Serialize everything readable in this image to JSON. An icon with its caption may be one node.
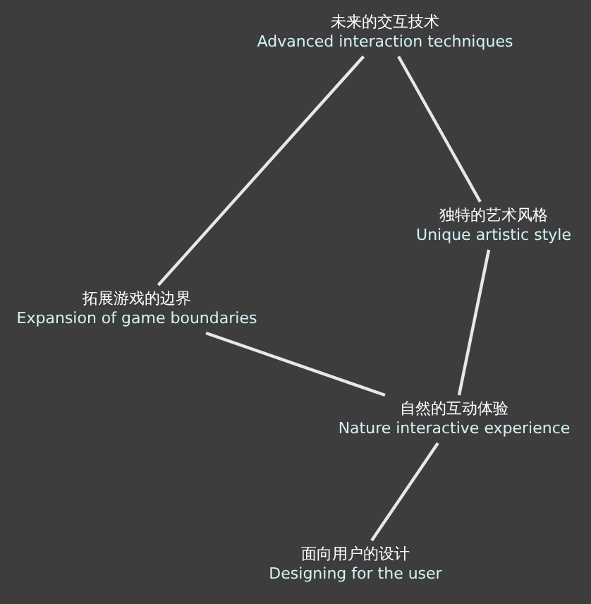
{
  "diagram": {
    "nodes": [
      {
        "text": [
          "未来的交互技术",
          "Advanced interaction techniques"
        ]
      },
      {
        "text": [
          "独特的艺术风格",
          "Unique artistic style"
        ]
      },
      {
        "text": [
          "拓展游戏的边界",
          "Expansion of game boundaries"
        ]
      },
      {
        "text": [
          "自然的互动体验",
          "Nature interactive experience"
        ]
      },
      {
        "text": [
          "面向用户的设计",
          "Designing for the user"
        ]
      }
    ],
    "edges": [
      {
        "from": 0,
        "to": 2,
        "arrow": "none"
      },
      {
        "from": 0,
        "to": 1,
        "arrow": "none"
      },
      {
        "from": 1,
        "to": 3,
        "arrow": "none"
      },
      {
        "from": 2,
        "to": 3,
        "arrow": "none"
      },
      {
        "from": 3,
        "to": 4,
        "arrow": "none"
      }
    ]
  }
}
